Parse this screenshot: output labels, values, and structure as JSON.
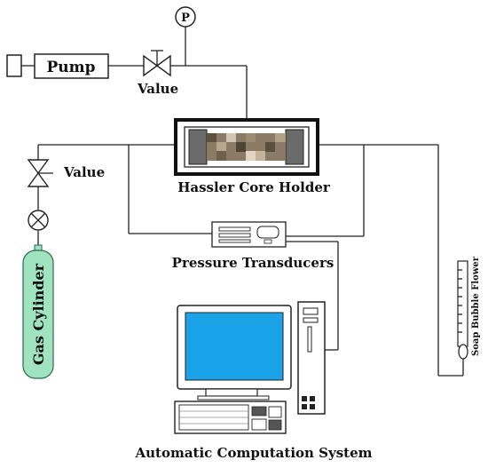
{
  "labels": {
    "pressure_gauge": "P",
    "pump": "Pump",
    "valve_top": "Value",
    "valve_left": "Value",
    "core_holder": "Hassler Core Holder",
    "transducers": "Pressure Transducers",
    "gas_cylinder": "Gas Cylinder",
    "flow_meter": "Soap Bubble Flower",
    "computer": "Automatic Computation System"
  },
  "colors": {
    "cylinder": "#9fe3c0",
    "screen": "#1aa3e8",
    "core_sample": "#8a7a66"
  }
}
